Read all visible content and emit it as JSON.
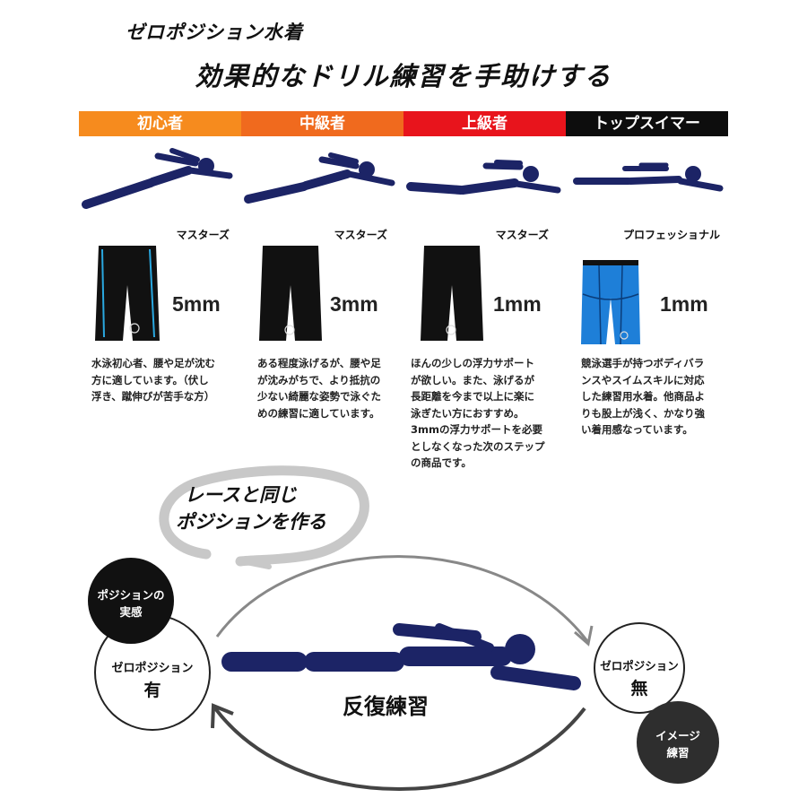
{
  "header": {
    "subtitle": "ゼロポジション水着",
    "title": "効果的なドリル練習を手助けする"
  },
  "levels": [
    {
      "name": "初心者",
      "color": "#f68b1e"
    },
    {
      "name": "中級者",
      "color": "#f06a1e"
    },
    {
      "name": "上級者",
      "color": "#e8141c"
    },
    {
      "name": "トップスイマー",
      "color": "#0d0d0d"
    }
  ],
  "products": [
    {
      "label": "マスターズ",
      "thickness": "5mm",
      "style": "black-blue-piping",
      "description": [
        "水泳初心者、腰や足が沈む",
        "方に適しています。（伏し",
        "浮き、蹴伸びが苦手な方）"
      ]
    },
    {
      "label": "マスターズ",
      "thickness": "3mm",
      "style": "black",
      "description": [
        "ある程度泳げるが、腰や足",
        "が沈みがちで、より抵抗の",
        "少ない綺麗な姿勢で泳ぐた",
        "めの練習に適しています。"
      ]
    },
    {
      "label": "マスターズ",
      "thickness": "1mm",
      "style": "black",
      "description": [
        "ほんの少しの浮力サポート",
        "が欲しい。また、泳げるが",
        "長距離を今まで以上に楽に",
        "泳ぎたい方におすすめ。",
        "3mmの浮力サポートを必要",
        "としなくなった次のステップ",
        "の商品です。"
      ]
    },
    {
      "label": "プロフェッショナル",
      "thickness": "1mm",
      "style": "blue",
      "description": [
        "競泳選手が持つボディバラ",
        "ンスやスイムスキルに対応",
        "した練習用水着。他商品よ",
        "りも股上が浅く、かなり強",
        "い着用感なっています。"
      ]
    }
  ],
  "bubble": {
    "line1": "レースと同じ",
    "line2": "ポジションを作る"
  },
  "left_circle": {
    "line1": "ゼロポジション",
    "line2": "有"
  },
  "left_badge": {
    "line1": "ポジションの",
    "line2": "実感"
  },
  "right_circle": {
    "line1": "ゼロポジション",
    "line2": "無"
  },
  "right_badge": {
    "line1": "イメージ",
    "line2": "練習"
  },
  "cycle_label": "反復練習",
  "colors": {
    "navy": "#1c2466",
    "badge_dark": "#111111",
    "badge_grey": "#2e2e2e",
    "bubble": "#cccccc",
    "shorts_blue": "#1e7fd8"
  }
}
